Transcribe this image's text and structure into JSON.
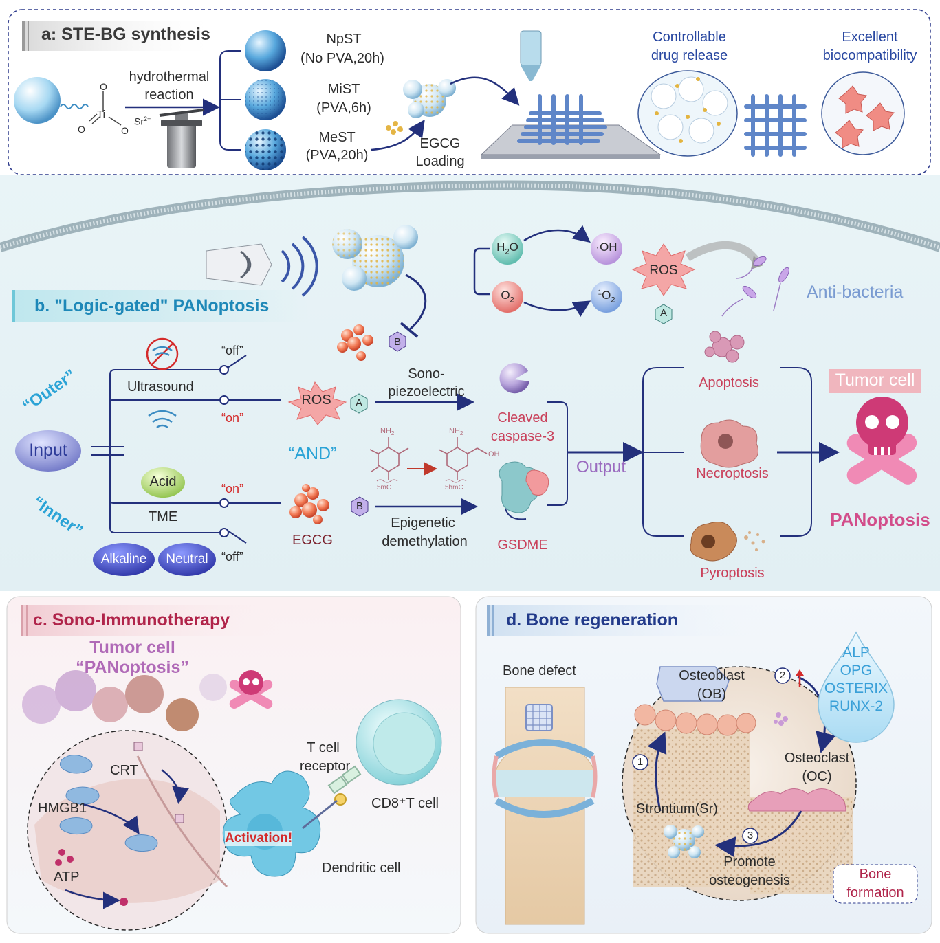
{
  "panel_a": {
    "title": "a: STE-BG synthesis",
    "reaction_line1": "hydrothermal",
    "reaction_line2": "reaction",
    "ti": "Ti",
    "o_minus": "O",
    "o_minus2": "O",
    "o_double": "O",
    "sr": "Sr",
    "sr_charge": "2+",
    "npst_name": "NpST",
    "npst_cond": "(No PVA,20h)",
    "mist_name": "MiST",
    "mist_cond": "(PVA,6h)",
    "mest_name": "MeST",
    "mest_cond": "(PVA,20h)",
    "egcg_line1": "EGCG",
    "egcg_line2": "Loading",
    "release_line1": "Controllable",
    "release_line2": "drug release",
    "bio_line1": "Excellent",
    "bio_line2": "biocompatibility"
  },
  "panel_b": {
    "title": "b.  \"Logic-gated\" PANoptosis",
    "h2o": "H2O",
    "o2": "O2",
    "oh": "·OH",
    "singlet_o2": "1O2",
    "ros_top": "ROS",
    "tag_a_top": "A",
    "anti_bacteria": "Anti-bacteria",
    "tag_b_top": "B",
    "outer": "“Outer”",
    "inner": "“Inner”",
    "input": "Input",
    "ultrasound": "Ultrasound",
    "off_top": "“off”",
    "on_top": "“on”",
    "ros_mid": "ROS",
    "tag_a_mid": "A",
    "sono_line1": "Sono-",
    "sono_line2": "piezoelectric",
    "cleaved_line1": "Cleaved",
    "cleaved_line2": "caspase-3",
    "and": "“AND”",
    "nh2_a": "NH2",
    "nh2_b": "NH2",
    "oh_group": "OH",
    "label_5mc": "5mC",
    "label_5hmc": "5hmC",
    "acid": "Acid",
    "on_bottom": "“on”",
    "tme": "TME",
    "egcg": "EGCG",
    "tag_b_mid": "B",
    "epi_line1": "Epigenetic",
    "epi_line2": "demethylation",
    "gsdme": "GSDME",
    "alkaline": "Alkaline",
    "neutral": "Neutral",
    "off_bottom": "“off”",
    "output": "Output",
    "apoptosis": "Apoptosis",
    "necroptosis": "Necroptosis",
    "pyroptosis": "Pyroptosis",
    "tumor_cell": "Tumor cell",
    "panoptosis": "PANoptosis"
  },
  "panel_c": {
    "title": "c.  Sono-Immunotherapy",
    "tumor_line1": "Tumor cell",
    "tumor_line2": "“PANoptosis”",
    "crt": "CRT",
    "hmgb1": "HMGB1",
    "atp": "ATP",
    "tcell_line1": "T cell",
    "tcell_line2": "receptor",
    "cd8": "CD8⁺T cell",
    "activation": "Activation!",
    "dendritic": "Dendritic cell"
  },
  "panel_d": {
    "title": "d.  Bone regeneration",
    "bone_defect": "Bone defect",
    "ob_line1": "Osteoblast",
    "ob_line2": "(OB)",
    "oc_line1": "Osteoclast",
    "oc_line2": "(OC)",
    "sr": "Strontium(Sr)",
    "promote_line1": "Promote",
    "promote_line2": "osteogenesis",
    "markers": [
      "ALP",
      "OPG",
      "OSTERIX",
      "RUNX-2"
    ],
    "step1": "1",
    "step2": "2",
    "step3": "3",
    "formation_line1": "Bone",
    "formation_line2": "formation"
  },
  "colors": {
    "navy": "#1f2f7a",
    "cyan": "#2aa3d6",
    "red": "#d42b2b",
    "pink": "#d24d8a",
    "purple": "#9a6bbf",
    "rose": "#c9405a"
  }
}
